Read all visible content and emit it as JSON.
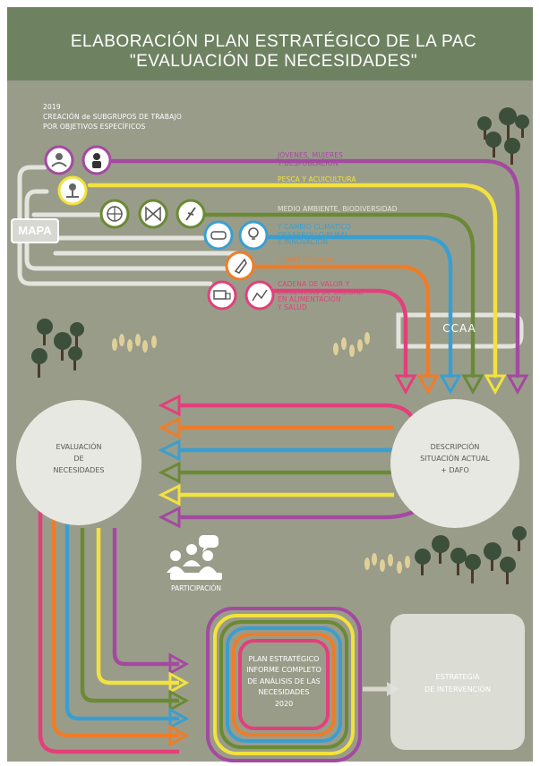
{
  "title": {
    "line1": "ELABORACIÓN PLAN ESTRATÉGICO DE LA PAC",
    "line2": "\"EVALUACIÓN DE NECESIDADES\""
  },
  "intro": {
    "year": "2019",
    "line1": "CREACIÓN de SUBGRUPOS DE TRABAJO",
    "line2": "POR OBJETIVOS ESPECÍFICOS"
  },
  "mapa": "MAPA",
  "ccaa": "CCAA",
  "groups": [
    {
      "lines": [
        "JÓVENES, MUJERES",
        "Y DESPOBLACIÓN"
      ],
      "color": "#a34aa0"
    },
    {
      "lines": [
        "PESCA Y ACUICULTURA"
      ],
      "color": "#f2e23e"
    },
    {
      "lines": [
        "MEDIO AMBIENTE, BIODIVERSIDAD",
        "Y CAMBIO CLIMÁTICO"
      ],
      "color": "#6a8a35"
    },
    {
      "lines": [
        "DESARROLLO RURAL,",
        "E INNOVACIÓN"
      ],
      "color": "#3a9fd0"
    },
    {
      "lines": [
        "COMPETITIVIDAD"
      ],
      "color": "#ef7d28"
    },
    {
      "lines": [
        "CADENA DE VALOR Y",
        "EXIGENCIAS DE CALIDAD",
        "EN ALIMENTACIÓN",
        "Y SALUD"
      ],
      "color": "#e2407a"
    }
  ],
  "evaluacion": [
    "EVALUACIÓN",
    "DE",
    "NECESIDADES"
  ],
  "descripcion": [
    "DESCRIPCIÓN",
    "SITUACIÓN ACTUAL",
    "+ DAFO"
  ],
  "participacion": "PARTICIPACIÓN",
  "plan": [
    "PLAN ESTRATÉGICO",
    "INFORME COMPLETO",
    "DE ANÁLISIS DE LAS",
    "NECESIDADES",
    "2020"
  ],
  "estrategia": [
    "ESTRATEGIA",
    "DE INTERVENCIÓN"
  ],
  "colors": {
    "background": "#9a9c8a",
    "title_band": "#6e8262",
    "purple": "#a34aa0",
    "yellow": "#f2e23e",
    "green": "#6a8a35",
    "blue": "#3a9fd0",
    "orange": "#ef7d28",
    "pink": "#e2407a",
    "white": "#ffffff"
  },
  "icons": [
    "user-group-icon",
    "person-icon",
    "fisherman-icon",
    "globe-icon",
    "butterfly-icon",
    "plant-icon",
    "cow-icon",
    "lightbulb-icon",
    "rocket-icon",
    "truck-icon",
    "chart-icon",
    "people-icon",
    "speech-bubble-icon",
    "tree-icon",
    "wheat-icon"
  ]
}
